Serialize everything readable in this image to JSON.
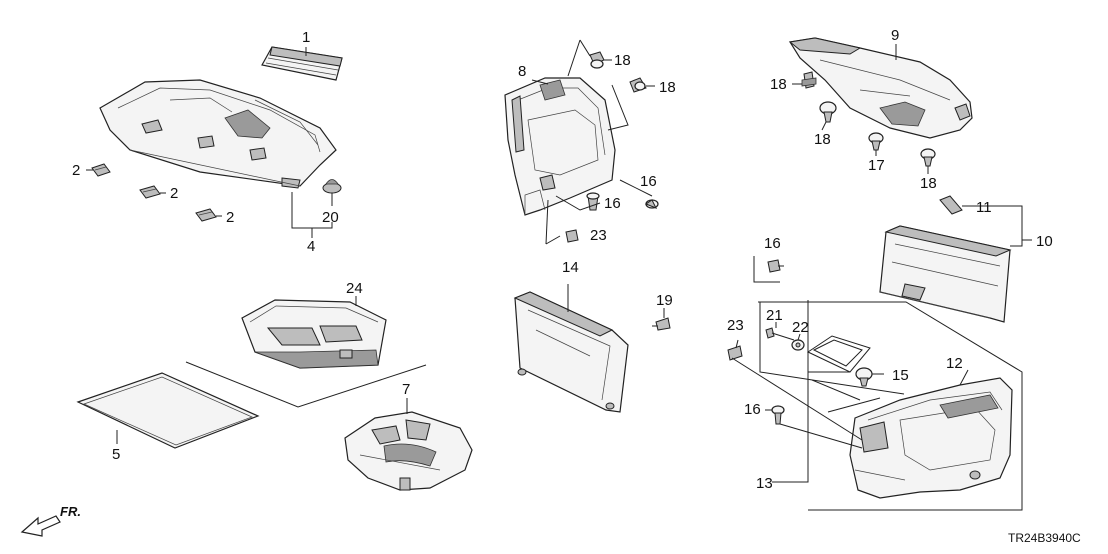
{
  "diagram": {
    "callouts": {
      "c1": "1",
      "c2a": "2",
      "c2b": "2",
      "c2c": "2",
      "c20": "20",
      "c4": "4",
      "c24": "24",
      "c5": "5",
      "c7": "7",
      "c8": "8",
      "c18a": "18",
      "c18b": "18",
      "c16a": "16",
      "c16b": "16",
      "c23a": "23",
      "c14": "14",
      "c19": "19",
      "c9": "9",
      "c18c": "18",
      "c18d": "18",
      "c17": "17",
      "c18e": "18",
      "c11": "11",
      "c10": "10",
      "c16c": "16",
      "c21": "21",
      "c22": "22",
      "c23b": "23",
      "c15": "15",
      "c12": "12",
      "c16d": "16",
      "c13": "13"
    },
    "direction_label": "FR.",
    "diagram_code": "TR24B3940C"
  }
}
